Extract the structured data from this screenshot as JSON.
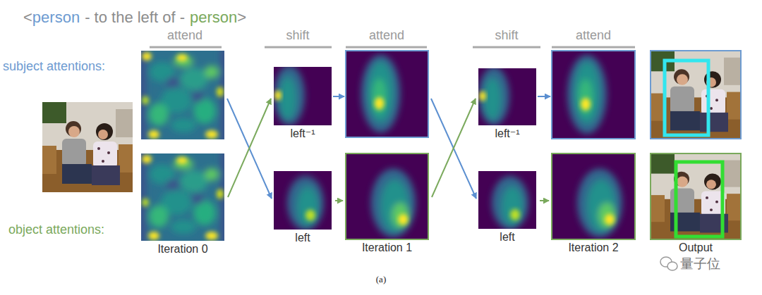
{
  "diagram": {
    "caption": "(a)",
    "nodes": [
      {
        "text": [
          "Iteration 0"
        ]
      },
      {
        "text": [
          "left⁻¹"
        ]
      },
      {
        "text": [
          "left"
        ]
      },
      {
        "text": [
          "Iteration 1"
        ]
      },
      {
        "text": [
          "left⁻¹"
        ]
      },
      {
        "text": [
          "left"
        ]
      },
      {
        "text": [
          "Iteration 2"
        ]
      },
      {
        "text": [
          "Output"
        ]
      }
    ],
    "edges": [
      {
        "from": 0,
        "to": 1,
        "arrow": "to"
      },
      {
        "from": 2,
        "to": 3,
        "arrow": "to"
      },
      {
        "from": 3,
        "to": 4,
        "arrow": "to"
      },
      {
        "from": 5,
        "to": 6,
        "arrow": "to"
      }
    ],
    "labels": [
      "<",
      "person",
      "- to the left of -",
      "person",
      ">",
      "attend",
      "shift",
      "attend",
      "shift",
      "attend",
      "subject attentions:",
      "object attentions:",
      "量子位"
    ]
  }
}
